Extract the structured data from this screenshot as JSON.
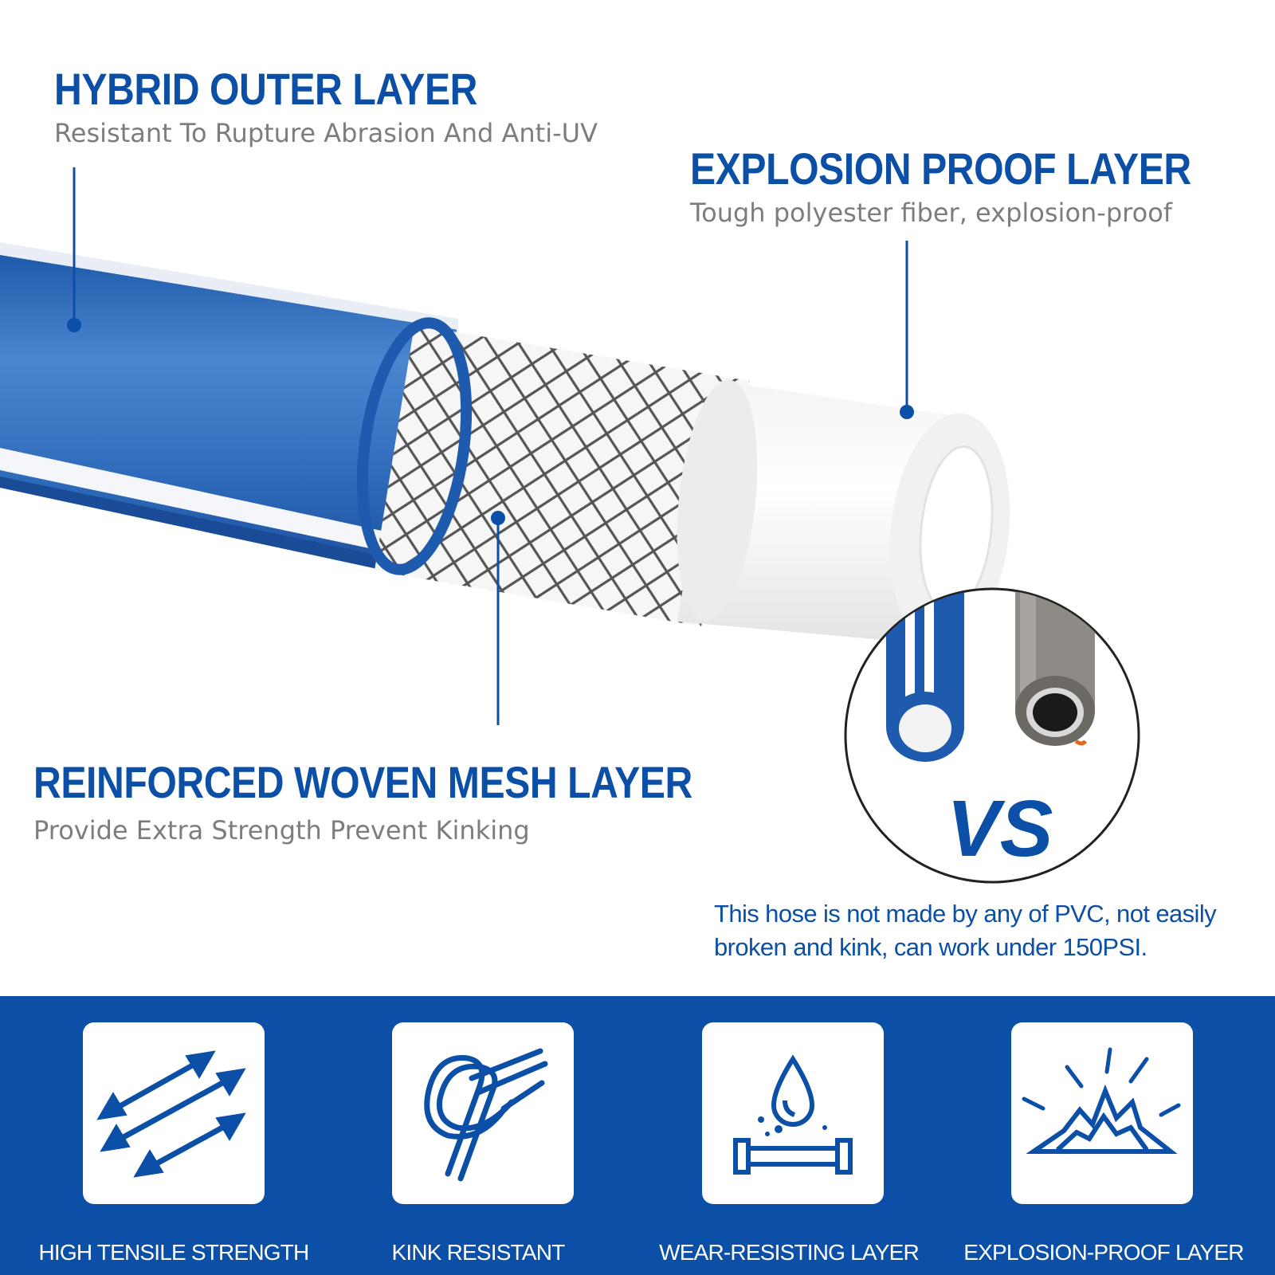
{
  "colors": {
    "brand_blue": "#0b4fa6",
    "caption_gray": "#7d7d7d",
    "background": "#ffffff"
  },
  "layers": {
    "outer": {
      "title": "HYBRID OUTER LAYER",
      "description": "Resistant To Rupture Abrasion And Anti-UV"
    },
    "explosion_proof": {
      "title": "EXPLOSION PROOF LAYER",
      "description": "Tough polyester fiber, explosion-proof"
    },
    "mesh": {
      "title": "REINFORCED WOVEN MESH LAYER",
      "description": "Provide Extra Strength Prevent Kinking"
    }
  },
  "comparison": {
    "vs_label": "VS",
    "note": "This hose is not made by any of PVC, not easily broken and kink, can work under 150PSI."
  },
  "features": [
    {
      "icon": "tensile-arrows-icon",
      "label": "HIGH TENSILE STRENGTH"
    },
    {
      "icon": "knot-icon",
      "label": "KINK RESISTANT"
    },
    {
      "icon": "water-drop-pipe-icon",
      "label": "WEAR-RESISTING LAYER"
    },
    {
      "icon": "explosion-burst-icon",
      "label": "EXPLOSION-PROOF LAYER"
    }
  ]
}
